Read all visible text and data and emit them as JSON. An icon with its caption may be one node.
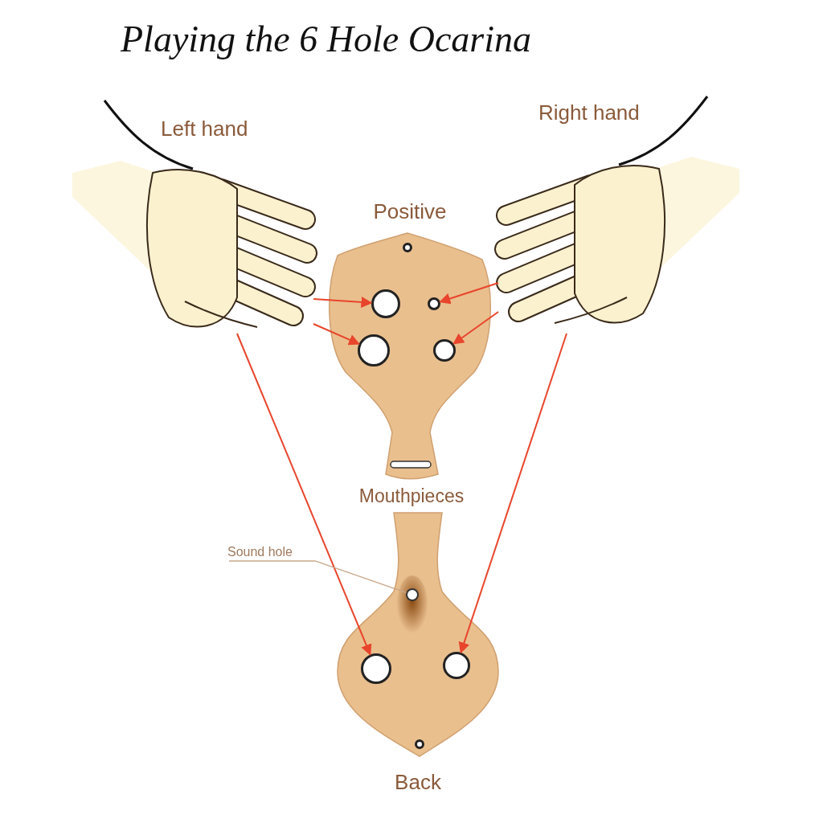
{
  "diagram": {
    "title": "Playing the 6 Hole Ocarina",
    "nodes": [
      {
        "text": [
          "Left hand"
        ]
      },
      {
        "text": [
          "Right hand"
        ]
      },
      {
        "text": [
          "Positive"
        ]
      },
      {
        "text": [],
        "shape": "circle",
        "in": 2
      },
      {
        "text": [],
        "shape": "circle",
        "in": 2
      },
      {
        "text": [],
        "shape": "circle",
        "in": 2
      },
      {
        "text": [],
        "shape": "circle",
        "in": 2
      },
      {
        "text": [],
        "shape": "circle",
        "in": 2
      },
      {
        "text": [
          "Back"
        ]
      },
      {
        "text": [],
        "shape": "circle",
        "in": 8
      },
      {
        "text": [],
        "shape": "circle",
        "in": 8
      },
      {
        "text": [],
        "shape": "circle",
        "in": 8
      },
      {
        "text": [],
        "shape": "circle",
        "in": 8
      },
      {
        "text": [
          "Sound hole"
        ]
      }
    ],
    "edges": [
      {
        "from": 0,
        "to": 4,
        "arrow": "to"
      },
      {
        "from": 0,
        "to": 6,
        "arrow": "to"
      },
      {
        "from": 1,
        "to": 5,
        "arrow": "to"
      },
      {
        "from": 1,
        "to": 7,
        "arrow": "to"
      },
      {
        "from": 0,
        "to": 10,
        "arrow": "to"
      },
      {
        "from": 1,
        "to": 11,
        "arrow": "to"
      },
      {
        "from": 13,
        "to": 9,
        "arrow": "none",
        "color": "#c9a68a"
      }
    ],
    "labels": [
      "Mouthpieces"
    ]
  }
}
